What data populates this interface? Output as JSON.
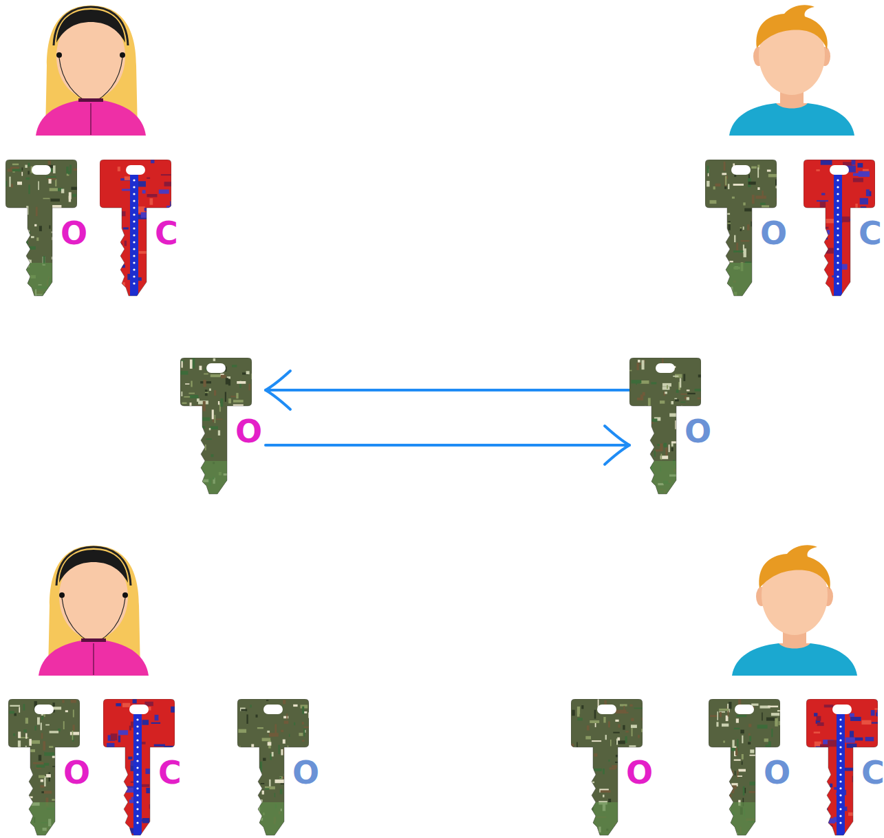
{
  "diagram": {
    "nodes": [
      {
        "text": [
          "O"
        ]
      },
      {
        "text": [
          "C"
        ]
      },
      {
        "text": [
          "O"
        ]
      },
      {
        "text": [
          "C"
        ]
      },
      {
        "text": [
          "O"
        ]
      },
      {
        "text": [
          "O"
        ]
      },
      {
        "text": [
          "O"
        ]
      },
      {
        "text": [
          "C"
        ]
      },
      {
        "text": [
          "O"
        ]
      },
      {
        "text": [
          "O"
        ]
      },
      {
        "text": [
          "O"
        ]
      },
      {
        "text": [
          "C"
        ]
      }
    ],
    "edges": [
      {
        "from": 5,
        "to": 4,
        "arrow": "to"
      },
      {
        "from": 4,
        "to": 5,
        "arrow": "to"
      }
    ]
  }
}
